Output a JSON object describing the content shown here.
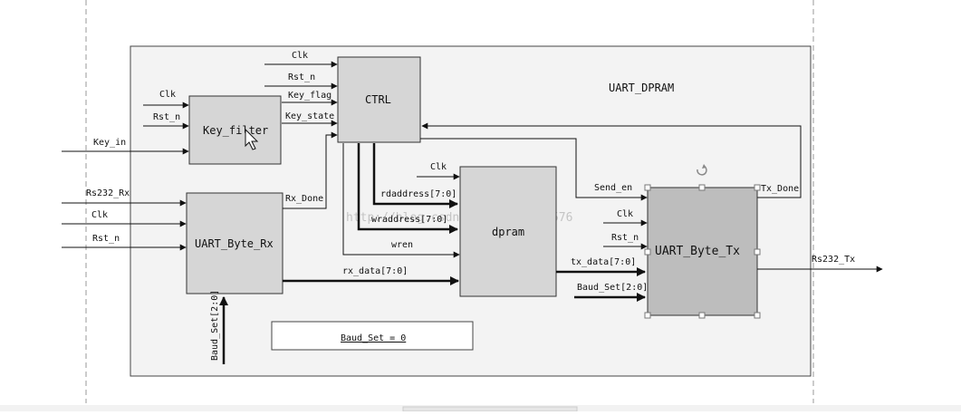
{
  "diagram": {
    "title": "UART_DPRAM",
    "watermark": "http://blog.csdn.net/qq_32998576",
    "blocks": {
      "ctrl": "CTRL",
      "key_filter": "Key_filter",
      "uart_rx": "UART_Byte_Rx",
      "dpram": "dpram",
      "uart_tx": "UART_Byte_Tx"
    },
    "baud_box": "Baud_Set = 0",
    "signals": {
      "ctrl_clk": "Clk",
      "ctrl_rst": "Rst_n",
      "key_flag": "Key_flag",
      "key_state": "Key_state",
      "kf_clk": "Clk",
      "kf_rst": "Rst_n",
      "key_in": "Key_in",
      "rs232_rx": "Rs232_Rx",
      "rx_clk": "Clk",
      "rx_rst": "Rst_n",
      "rx_done": "Rx_Done",
      "rx_baud": "Baud_Set[2:0]",
      "dp_clk": "Clk",
      "rdaddress": "rdaddress[7:0]",
      "wraddress": "wraddress[7:0]",
      "wren": "wren",
      "rx_data": "rx_data[7:0]",
      "send_en": "Send_en",
      "tx_clk": "Clk",
      "tx_rst": "Rst_n",
      "tx_data": "tx_data[7:0]",
      "tx_baud": "Baud_Set[2:0]",
      "tx_done": "Tx_Done",
      "rs232_tx": "Rs232_Tx"
    }
  }
}
